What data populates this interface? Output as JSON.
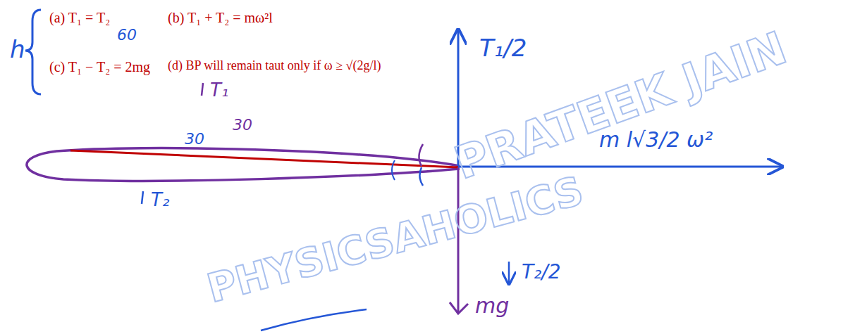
{
  "diagram": {
    "labels": [
      "h",
      "(a) T₁ = T₂",
      "60",
      "(b) T₁ + T₂ = mω²l",
      "T₁",
      "(c) T₁ − T₂ = 2mg",
      "(d) BP will remain taut only if ω ≥ √(2g/l)",
      "30",
      "30",
      "T₂",
      "T₁/2",
      "m l√3/2 ω²",
      "T₂/2",
      "mg",
      "PRATEEK JAIN",
      "PHYSICSAHOLICS"
    ]
  }
}
